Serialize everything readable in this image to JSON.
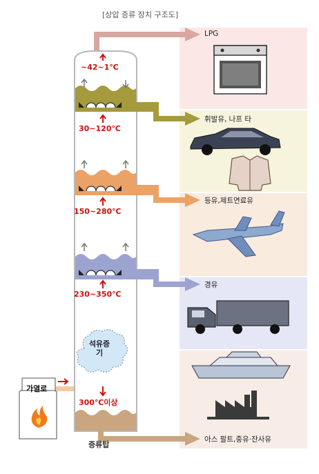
{
  "title": "[상압 증류 장치 구조도]",
  "products": [
    {
      "label": "LPG",
      "color": "#d8a7a0",
      "panel": "#fbe8e6",
      "icon": "stove-icon"
    },
    {
      "label": "휘발유, 나프 타",
      "color": "#a59a3c",
      "panel": "#f6f4dc",
      "icon": "car-icon"
    },
    {
      "label": "등유,제트연료유",
      "color": "#eba267",
      "panel": "#faebdf",
      "icon": "airplane-icon"
    },
    {
      "label": "경유",
      "color": "#9da3d0",
      "panel": "#e6e7f6",
      "icon": "truck-icon"
    },
    {
      "label": "아스 팔트,중유·잔사유",
      "color": "#c9a67f",
      "panel": "#f7ede6",
      "icon": "ship-icon"
    }
  ],
  "temperatures": [
    "~42~1℃",
    "30~120℃",
    "150~280℃",
    "230~350℃",
    "300℃이상"
  ],
  "vapor_label": "석유증기",
  "furnace_label": "가열로",
  "tower_label": "증류탑",
  "colors": {
    "tower_outline": "#b7b7b7",
    "temperature_text": "#cc1111",
    "flame": "#f27a1a"
  }
}
